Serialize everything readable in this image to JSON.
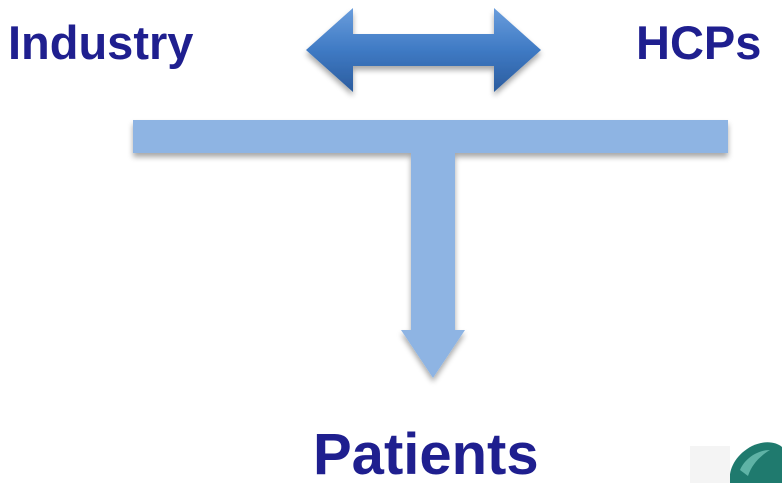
{
  "nodes": {
    "left": "Industry",
    "right": "HCPs",
    "bottom": "Patients"
  },
  "colors": {
    "text": "#1f1f8f",
    "double_arrow": "#3f7ac4",
    "t_arrow": "#8eb4e3",
    "shadow": "#b8c6d8"
  }
}
